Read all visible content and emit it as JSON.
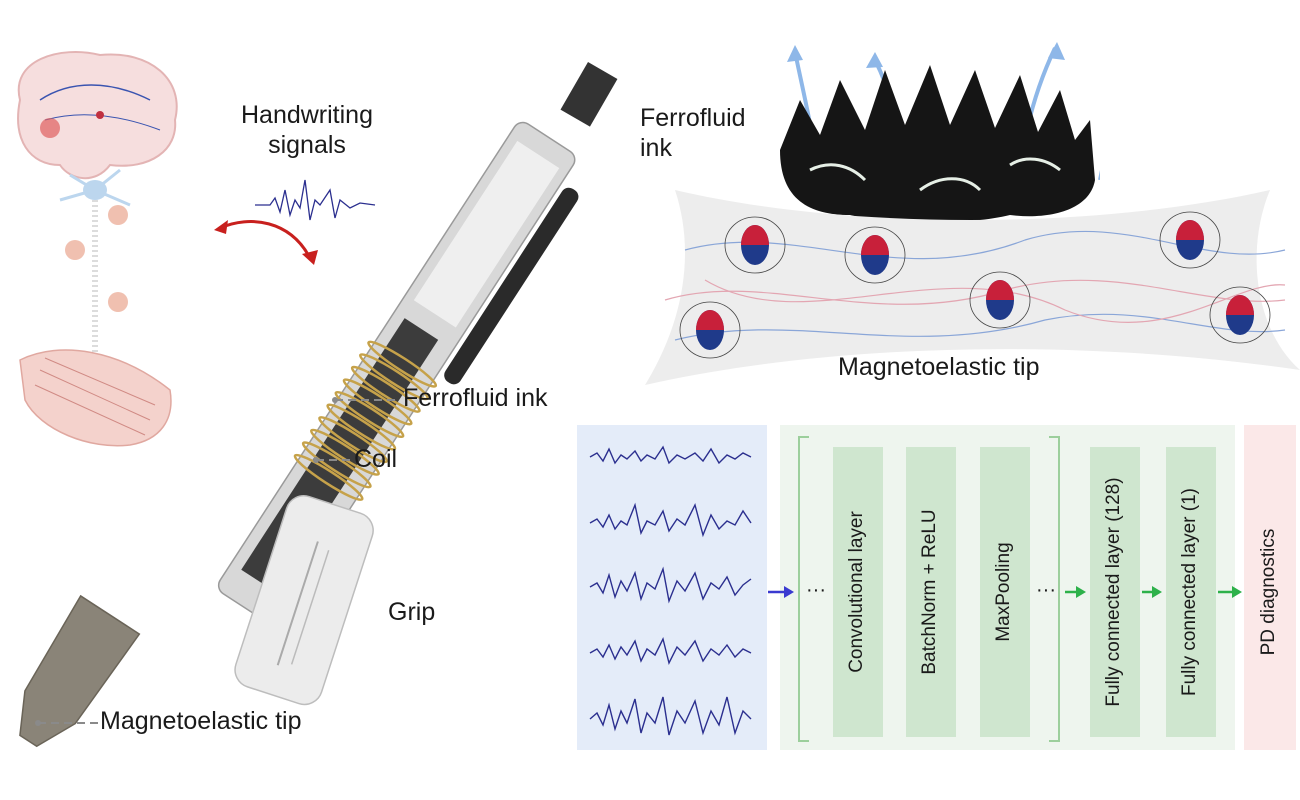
{
  "labels": {
    "handwriting_signals_line1": "Handwriting",
    "handwriting_signals_line2": "signals",
    "ferrofluid_ink_top_line1": "Ferrofluid",
    "ferrofluid_ink_top_line2": "ink",
    "magnetoelastic_tip_top": "Magnetoelastic tip",
    "ferrofluid_ink_pen": "Ferrofluid ink",
    "coil": "Coil",
    "grip": "Grip",
    "magnetoelastic_tip_pen": "Magnetoelastic tip"
  },
  "network": {
    "layers": [
      "Convolutional layer",
      "BatchNorm + ReLU",
      "MaxPooling",
      "Fully connected layer (128)",
      "Fully connected layer (1)"
    ],
    "output": "PD diagnostics",
    "ellipsis_left": "···",
    "ellipsis_right": "···"
  },
  "colors": {
    "signal": "#2b2f8f",
    "arrow_blue": "#3a3ad0",
    "arrow_green": "#2db14a",
    "arrow_red": "#c8201e",
    "magnet_red": "#c8203a",
    "magnet_blue": "#1f3a8a"
  }
}
